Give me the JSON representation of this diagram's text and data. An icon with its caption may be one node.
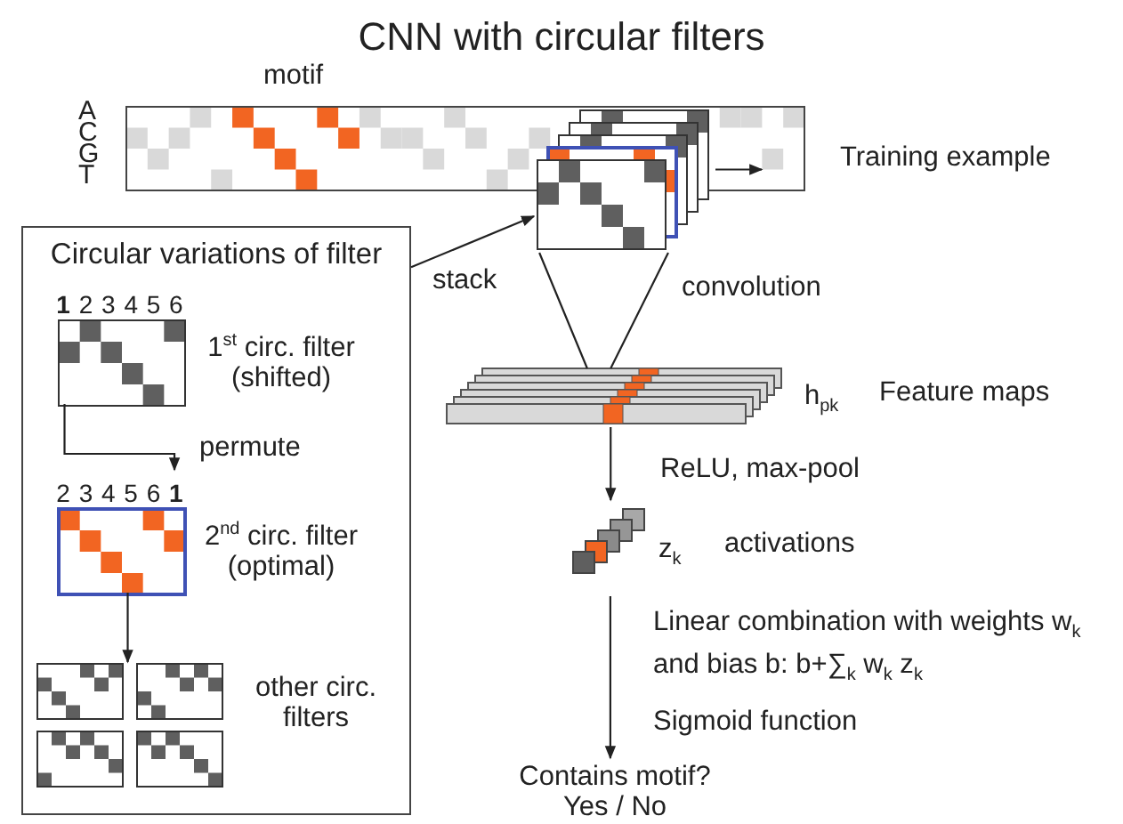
{
  "diagram": {
    "title": "CNN with circular filters",
    "nodes": [
      {
        "text": [],
        "shape": "box",
        "beside": [
          "motif",
          "Training example"
        ]
      },
      {
        "text": [],
        "shape": "box"
      },
      {
        "text": [
          "Circular variations of filter"
        ]
      },
      {
        "text": [],
        "shape": "box",
        "in": 2,
        "beside": [
          "**1** 2 3 4 5 6",
          "1$^{st}$ circ. filter (shifted)"
        ]
      },
      {
        "text": [],
        "shape": "box",
        "in": 2,
        "beside": [
          "2 3 4 5 6 **1**",
          "2$^{nd}$ circ. filter (optimal)"
        ]
      },
      {
        "text": [],
        "shape": "box",
        "in": 2
      },
      {
        "text": [],
        "shape": "box",
        "in": 2
      },
      {
        "text": [],
        "shape": "box",
        "in": 2
      },
      {
        "text": [],
        "shape": "box",
        "in": 2
      },
      {
        "text": [],
        "shape": "bar",
        "beside": [
          "h$_{pk}$",
          "Feature maps"
        ]
      },
      {
        "text": [],
        "shape": "box",
        "beside": [
          "z$_{k}$",
          "activations"
        ]
      },
      {
        "text": [
          "Contains motif? Yes / No"
        ]
      }
    ],
    "edges": [
      {
        "from": 3,
        "to": 4,
        "arrow": "to",
        "label": "permute"
      },
      {
        "from": 4,
        "to": 5,
        "arrow": "to"
      },
      {
        "from": 2,
        "to": 1,
        "arrow": "to",
        "label": "stack"
      },
      {
        "from": 1,
        "to": 9,
        "arrow": "none",
        "label": "convolution"
      },
      {
        "from": 9,
        "to": 10,
        "arrow": "to",
        "label": "ReLU, max-pool"
      },
      {
        "from": 10,
        "to": 11,
        "arrow": "to",
        "label": "Linear combination with weights w$_{k}$ and bias b: b+∑$_{k}$ w$_{k}$ z$_{k}$"
      },
      {
        "from": 1,
        "to": 0,
        "arrow": "to"
      }
    ],
    "labels": [
      "A",
      "C",
      "G",
      "T",
      "other circ. filters",
      "Sigmoid function"
    ]
  }
}
